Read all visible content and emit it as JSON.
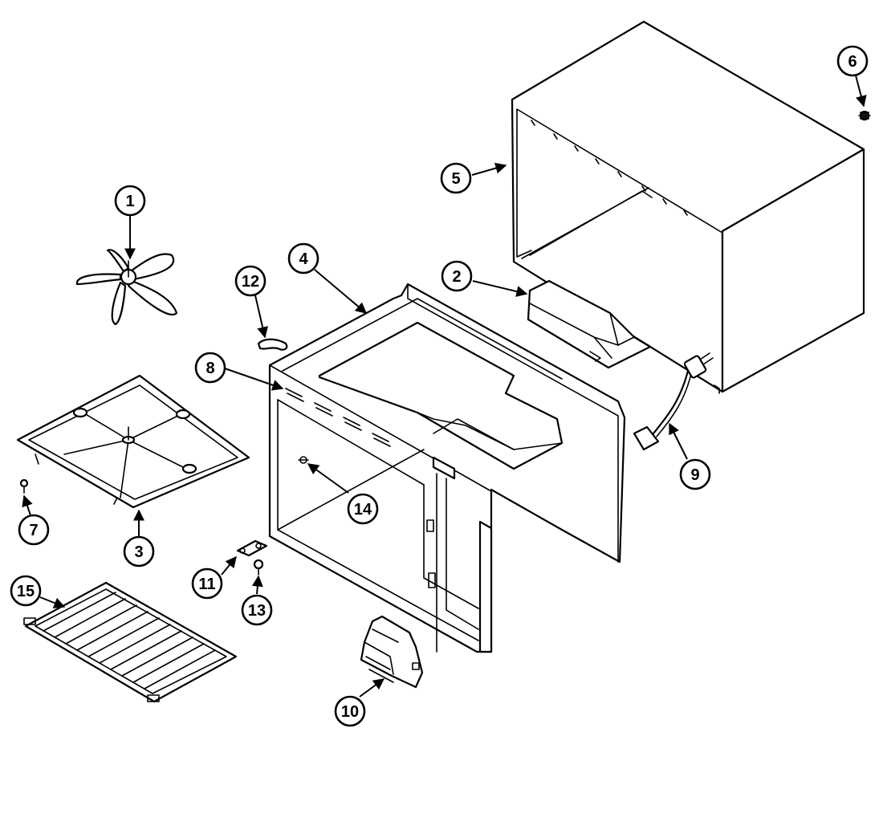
{
  "callouts": [
    {
      "label": "1"
    },
    {
      "label": "2"
    },
    {
      "label": "3"
    },
    {
      "label": "4"
    },
    {
      "label": "5"
    },
    {
      "label": "6"
    },
    {
      "label": "7"
    },
    {
      "label": "8"
    },
    {
      "label": "9"
    },
    {
      "label": "10"
    },
    {
      "label": "11"
    },
    {
      "label": "12"
    },
    {
      "label": "13"
    },
    {
      "label": "14"
    },
    {
      "label": "15"
    }
  ],
  "colors": {
    "line": "#000000",
    "background": "#ffffff"
  }
}
